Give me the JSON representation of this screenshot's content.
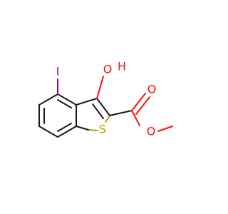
{
  "molecule": {
    "atoms": {
      "iodine": "I",
      "hydroxyl_oxygen": "O",
      "hydroxyl_hydrogen": "H",
      "sulfur": "S",
      "carbonyl_oxygen": "O",
      "ester_oxygen": "O"
    },
    "colors": {
      "bond": "#1a1a1a",
      "sulfur": "#b5a000",
      "oxygen": "#ff0d0d",
      "iodine": "#940094"
    }
  }
}
